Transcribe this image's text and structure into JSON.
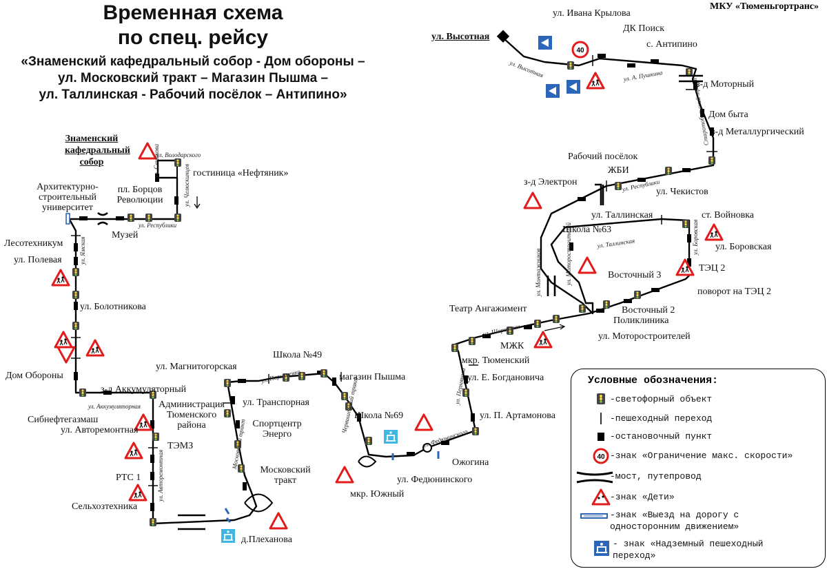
{
  "header": {
    "title_line1": "Временная схема",
    "title_line2": "по спец. рейсу",
    "route_line1": "«Знаменский кафедральный собор -  Дом обороны –",
    "route_line2": "ул. Московский тракт – Магазин Пышма –",
    "route_line3": "ул. Таллинская - Рабочий посёлок – Антипино»",
    "org": "МКУ «Тюменьгортранс»"
  },
  "stops": {
    "start": "Знаменский кафедральный собор",
    "hotel": "гостиница «Нефтяник»",
    "square": "пл. Борцов Революции",
    "univ": "Архитектурно- строительный университет",
    "museum": "Музей",
    "forestry": "Лесотехникум",
    "polevaya": "ул. Полевая",
    "bolotnikova": "ул. Болотникова",
    "defense": "Дом Обороны",
    "akkum": "з-д Аккумуляторный",
    "sibneft": "Сибнефтегазмаш",
    "avtoremont": "ул. Авторемонтная",
    "admin": "Администрация Тюменского района",
    "temz": "ТЭМЗ",
    "rts": "РТС 1",
    "agro": "Сельхозтехника",
    "plekhanova": "д.Плеханова",
    "moskovsky": "Московский тракт",
    "sport": "Спортцентр Энерго",
    "magnit": "ул. Магнитогорская",
    "transport": "ул. Транспорная",
    "school49": "Школа №49",
    "pyshma": "магазин Пышма",
    "school69": "Школа №69",
    "yuzhny": "мкр. Южный",
    "fedyuninsky": "ул. Федюнинского",
    "ozhogina": "Ожогина",
    "artamonova": "ул. П. Артамонова",
    "bogdanovicha": "ул. Е. Богдановича",
    "tyumensky": "мкр. Тюменский",
    "mzhk": "МЖК",
    "theatre": "Театр Ангажимент",
    "motor_st": "ул. Моторостроителей",
    "poly": "Поликлиника",
    "vost2": "Восточный 2",
    "vost3": "Восточный 3",
    "tec_turn": "поворот на ТЭЦ 2",
    "tec2": "ТЭЦ 2",
    "borovskaya": "ул. Боровская",
    "voinovka": "ст. Войновка",
    "school63": "Школа №63",
    "tallinskaya": "ул. Таллинская",
    "elektron": "з-д Электрон",
    "chekistov": "ул. Чекистов",
    "rab_pos": "Рабочий посёлок",
    "zhbi": "ЖБИ",
    "metall": "з-д Металлургический",
    "dom_byta": "Дом быта",
    "motorny": "з-д Моторный",
    "antipino": "с. Антипино",
    "dk_poisk": "ДК Поиск",
    "krylova": "ул. Ивана Крылова",
    "vysotnaya": "ул. Высотная"
  },
  "roads": {
    "volodarskogo": "ул. Володарского",
    "semakova": "ул. Семакова",
    "chelyuskintsev": "ул. Челюскинцев",
    "respubliki": "ул. Республики",
    "yamskaya": "ул. Ямская",
    "akkumulyatornaya": "ул. Аккумуляторная",
    "avtoremontnaya": "ул. Авторемонтная",
    "moskovsky_trakt": "Московский тракт",
    "parkhomenko": "ул. Пархоменко",
    "chervishevsky": "Червишевский тракт",
    "fedyuninskogo": "ул. Федюнинского",
    "permyakova": "ул. Пермякова",
    "shirotnaya": "ул. Широтная",
    "montazhnikov": "ул. Монтажников",
    "motorostroiteley": "ул. Моторостроителей",
    "tallinskaya": "ул. Таллинская",
    "borovskaya": "ул. Боровская",
    "respubliki2": "ул. Республики",
    "staropolevsky": "Старотобольский тракт",
    "pushkina": "ул. А. Пушкина",
    "vysotnaya": "ул. Высотная"
  },
  "signs": {
    "speed_value": "40"
  },
  "legend": {
    "title": "Условные обозначения:",
    "items": [
      {
        "icon": "traffic-light-icon",
        "text": "-светофорный объект"
      },
      {
        "icon": "crosswalk-icon",
        "text": "-пешеходный переход"
      },
      {
        "icon": "bus-stop-icon",
        "text": "-остановочный пункт"
      },
      {
        "icon": "speed-limit-icon",
        "text": "-знак «Ограничение макс. скорости»"
      },
      {
        "icon": "bridge-icon",
        "text": "-мост, путепровод"
      },
      {
        "icon": "children-sign-icon",
        "text": "-знак «Дети»"
      },
      {
        "icon": "one-way-exit-icon",
        "text": "-знак «Выезд на дорогу с",
        "text2": "односторонним движением»"
      },
      {
        "icon": "overpass-crossing-icon",
        "text": "- знак «Надземный пешеходный",
        "text2": "переход»"
      }
    ]
  },
  "colors": {
    "route": "#000000",
    "stop": "#000000",
    "warning_red": "#e21b1b",
    "info_blue": "#2c66b8",
    "crossing_cyan": "#3fb6e3",
    "light_body": "#3a3a3a"
  }
}
